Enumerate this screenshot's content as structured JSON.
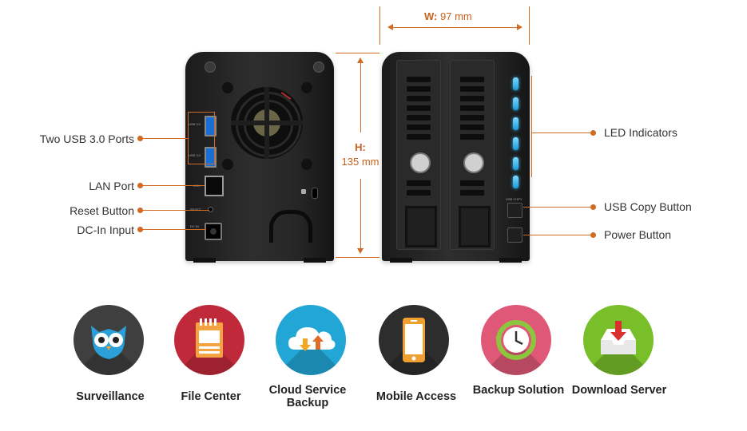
{
  "dimensions": {
    "width_label": "W:",
    "width_value": "97 mm",
    "height_label": "H:",
    "height_value": "135 mm"
  },
  "left_callouts": {
    "usb": "Two USB 3.0 Ports",
    "lan": "LAN Port",
    "reset": "Reset Button",
    "dcin": "DC-In Input"
  },
  "right_callouts": {
    "led": "LED Indicators",
    "usb_copy": "USB Copy Button",
    "power": "Power Button"
  },
  "back_panel_labels": {
    "usb1": "USB 3.0",
    "usb2": "USB 3.0",
    "lan": "LAN",
    "reset": "RESET",
    "dcin": "DC IN"
  },
  "front_panel_labels": {
    "usb_copy": "USB COPY"
  },
  "features": [
    {
      "label": "Surveillance",
      "icon": "owl-icon",
      "color": "#3f3f3f"
    },
    {
      "label": "File Center",
      "icon": "notepad-icon",
      "color": "#c0293a"
    },
    {
      "label": "Cloud Service Backup",
      "icon": "cloud-icon",
      "color": "#22a6d6"
    },
    {
      "label": "Mobile Access",
      "icon": "smartphone-icon",
      "color": "#2d2d2d"
    },
    {
      "label": "Backup Solution",
      "icon": "clock-icon",
      "color": "#e05878"
    },
    {
      "label": "Download Server",
      "icon": "download-tray-icon",
      "color": "#78bf2a"
    }
  ],
  "colors": {
    "accent": "#d06a24"
  }
}
